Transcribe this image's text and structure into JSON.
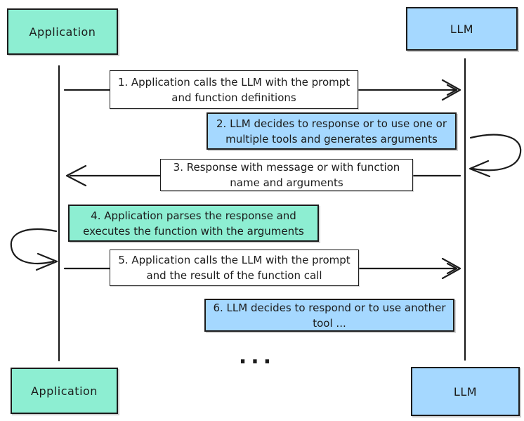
{
  "title": "Application - LLM function calling sequence diagram",
  "colors": {
    "teal": "#8deed2",
    "blue": "#a5d8ff",
    "ink": "#1b1b1b",
    "paper": "#ffffff"
  },
  "actors": {
    "top_left": {
      "label": "Application",
      "fill": "teal"
    },
    "top_right": {
      "label": "LLM",
      "fill": "blue"
    },
    "bottom_left": {
      "label": "Application",
      "fill": "teal"
    },
    "bottom_right": {
      "label": "LLM",
      "fill": "blue"
    }
  },
  "messages": [
    {
      "step": 1,
      "text": "1. Application calls the LLM with the prompt and function definitions",
      "fill": "white",
      "arrow": "application-to-llm"
    },
    {
      "step": 2,
      "text": "2. LLM decides to response or to use one or multiple tools and generates arguments",
      "fill": "blue",
      "arrow": "llm-self-loop"
    },
    {
      "step": 3,
      "text": "3. Response with message or with function name and arguments",
      "fill": "white",
      "arrow": "llm-to-application"
    },
    {
      "step": 4,
      "text": "4. Application parses the response and executes the function with the arguments",
      "fill": "teal",
      "arrow": "application-self-loop"
    },
    {
      "step": 5,
      "text": "5. Application calls the LLM with the prompt and the result of the function call",
      "fill": "white",
      "arrow": "application-to-llm"
    },
    {
      "step": 6,
      "text": "6. LLM decides to respond or to use another tool ...",
      "fill": "blue",
      "arrow": "none"
    }
  ],
  "ellipsis": "..."
}
